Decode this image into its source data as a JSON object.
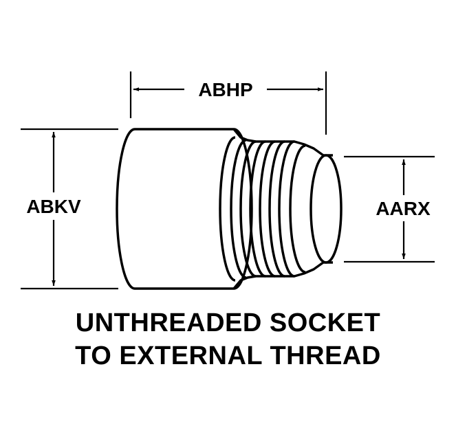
{
  "dimensions": {
    "length": "ABHP",
    "socket_diameter": "ABKV",
    "thread_diameter": "AARX"
  },
  "caption": {
    "line1": "UNTHREADED SOCKET",
    "line2": "TO EXTERNAL THREAD"
  },
  "colors": {
    "ink": "#000000",
    "paper": "#ffffff"
  }
}
